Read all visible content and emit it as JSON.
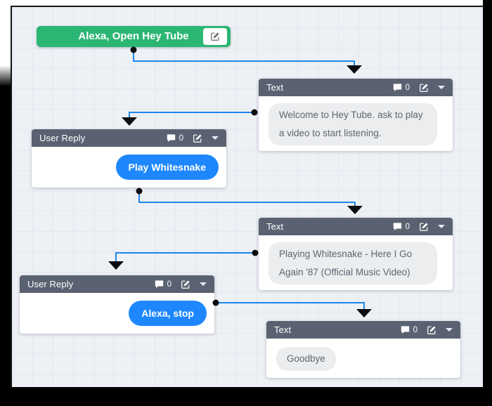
{
  "nodes": {
    "start": {
      "label": "Alexa, Open Hey Tube"
    },
    "text1": {
      "title": "Text",
      "comment_count": "0",
      "message": "Welcome to Hey Tube. ask to play a video to start listening."
    },
    "reply1": {
      "title": "User Reply",
      "comment_count": "0",
      "reply": "Play Whitesnake"
    },
    "text2": {
      "title": "Text",
      "comment_count": "0",
      "message": "Playing Whitesnake - Here I Go Again '87 (Official Music Video)"
    },
    "reply2": {
      "title": "User Reply",
      "comment_count": "0",
      "reply": "Alexa, stop"
    },
    "text3": {
      "title": "Text",
      "comment_count": "0",
      "message": "Goodbye"
    }
  },
  "icons": {
    "comment": "comment-icon",
    "edit": "edit-icon",
    "caret": "chevron-down-icon"
  },
  "colors": {
    "start_green": "#2cb674",
    "header_slate": "#5a6170",
    "reply_blue": "#1e87fd",
    "wire_blue": "#1e86ed",
    "bubble_gray": "#ebedef",
    "canvas_bg": "#edf0f4"
  }
}
